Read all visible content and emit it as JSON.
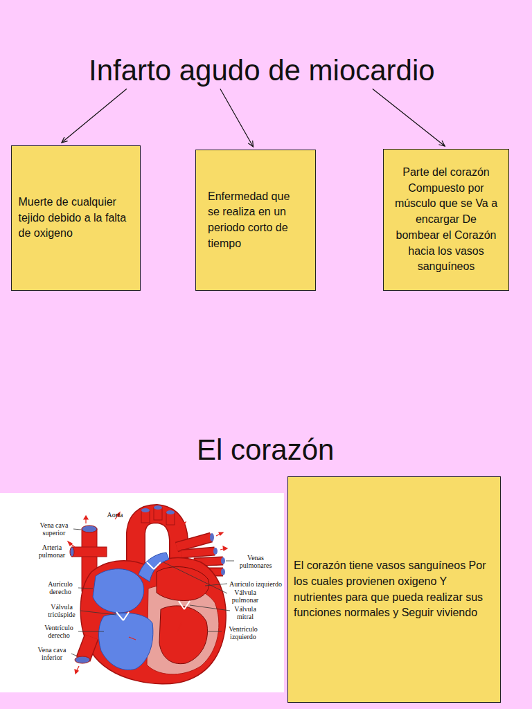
{
  "diagram": {
    "nodes": [
      {
        "text": [
          "Infarto agudo de miocardio"
        ]
      },
      {
        "text": [
          "Muerte de cualquier tejido debido a la falta de oxigeno"
        ]
      },
      {
        "text": [
          "Enfermedad que se realiza en un periodo corto de tiempo"
        ]
      },
      {
        "text": [
          "Parte del corazón Compuesto por músculo que se Va a encargar De bombear el Corazón hacia los vasos sanguíneos"
        ]
      },
      {
        "text": [
          "El corazón tiene vasos sanguíneos Por los cuales provienen oxigeno Y nutrientes para que pueda realizar sus funciones normales y Seguir viviendo"
        ]
      }
    ],
    "edges": [
      {
        "from": 0,
        "to": 1,
        "arrow": "to"
      },
      {
        "from": 0,
        "to": 2,
        "arrow": "to"
      },
      {
        "from": 0,
        "to": 3,
        "arrow": "to"
      }
    ],
    "labels": [
      "El corazón",
      "Aorta",
      "Vena cava superior",
      "Arteria pulmonar",
      "Aurículo derecho",
      "Válvula tricúspide",
      "Ventrículo derecho",
      "Vena cava inferior",
      "Venas pulmonares",
      "Aurículo izquierdo",
      "Válvula pulmonar",
      "Válvula mitral",
      "Ventrículo izquierdo"
    ]
  }
}
